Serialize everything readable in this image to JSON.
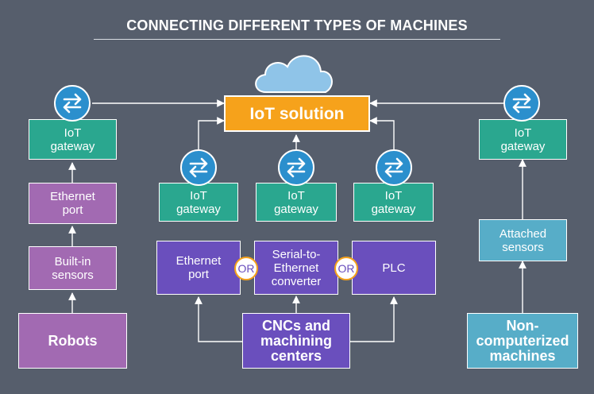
{
  "title": "CONNECTING DIFFERENT TYPES OF MACHINES",
  "iot_solution": "IoT solution",
  "gateway_label": "IoT\ngateway",
  "left_column": {
    "port": "Ethernet\nport",
    "sensors": "Built-in\nsensors",
    "machine": "Robots"
  },
  "center_column": {
    "options": [
      "Ethernet\nport",
      "Serial-to-\nEthernet\nconverter",
      "PLC"
    ],
    "or_label": "OR",
    "machine": "CNCs and\nmachining\ncenters"
  },
  "right_column": {
    "sensors": "Attached\nsensors",
    "machine": "Non-\ncomputerized\nmachines"
  },
  "colors": {
    "background": "#565e6c",
    "iot_solution": "#f6a21b",
    "gateway": "#2aa78f",
    "gateway_icon": "#2b8fcd",
    "robots_path": "#a26ab2",
    "cnc_path": "#6a4fbd",
    "noncomputerized_path": "#57adc8"
  }
}
